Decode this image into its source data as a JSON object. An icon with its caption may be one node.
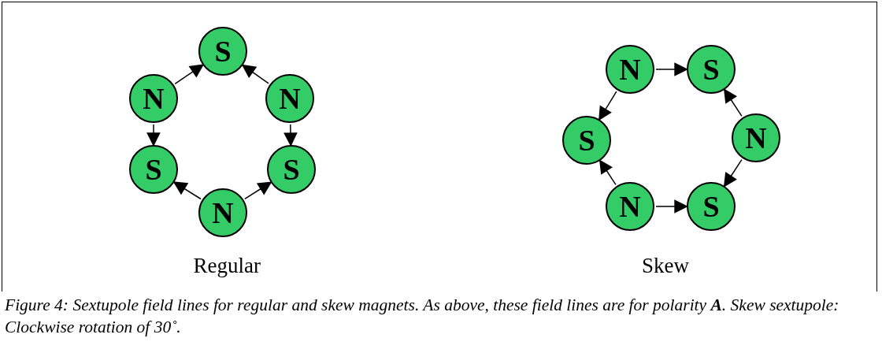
{
  "diagram": {
    "caption": "Figure 4: Sextupole field lines for regular and skew magnets. As above, these field lines are for polarity **A**. Skew sextupole: Clockwise rotation of 30˚.",
    "nodes": [
      {
        "text": [
          "S"
        ]
      },
      {
        "text": [
          "N"
        ]
      },
      {
        "text": [
          "N"
        ]
      },
      {
        "text": [
          "S"
        ]
      },
      {
        "text": [
          "S"
        ]
      },
      {
        "text": [
          "N"
        ]
      },
      {
        "text": [
          "N"
        ]
      },
      {
        "text": [
          "S"
        ]
      },
      {
        "text": [
          "S"
        ]
      },
      {
        "text": [
          "N"
        ]
      },
      {
        "text": [
          "N"
        ]
      },
      {
        "text": [
          "S"
        ]
      }
    ],
    "edges": [
      {
        "from": 1,
        "to": 0,
        "arrow": "to"
      },
      {
        "from": 2,
        "to": 0,
        "arrow": "to"
      },
      {
        "from": 1,
        "to": 3,
        "arrow": "to"
      },
      {
        "from": 2,
        "to": 4,
        "arrow": "to"
      },
      {
        "from": 5,
        "to": 3,
        "arrow": "to"
      },
      {
        "from": 5,
        "to": 4,
        "arrow": "to"
      },
      {
        "from": 6,
        "to": 7,
        "arrow": "to"
      },
      {
        "from": 6,
        "to": 8,
        "arrow": "to"
      },
      {
        "from": 9,
        "to": 7,
        "arrow": "to"
      },
      {
        "from": 9,
        "to": 11,
        "arrow": "to"
      },
      {
        "from": 10,
        "to": 11,
        "arrow": "to"
      },
      {
        "from": 10,
        "to": 8,
        "arrow": "to"
      }
    ],
    "labels": [
      "Regular",
      "Skew"
    ]
  }
}
